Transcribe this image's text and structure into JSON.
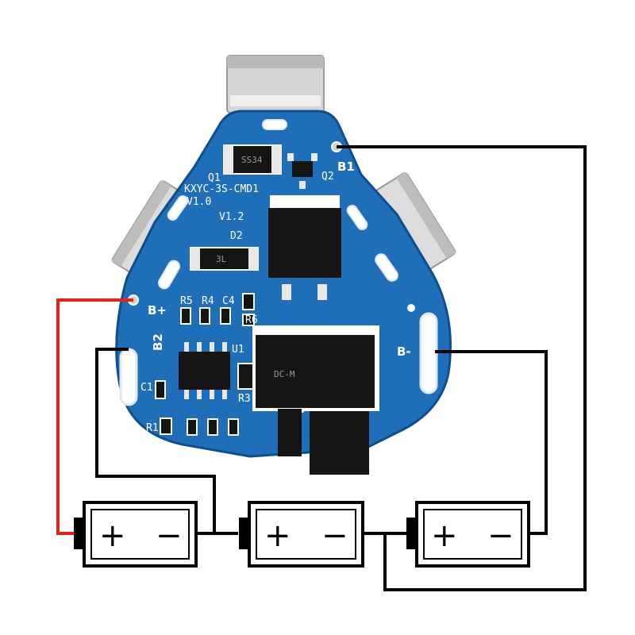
{
  "board": {
    "model_label": "KXYC-3S-CMD1",
    "version_label": "V1.0",
    "revision_label": "V1.2",
    "pad_labels": {
      "bplus": "B+",
      "b2": "B2",
      "b1": "B1",
      "bminus": "B-"
    },
    "component_labels": [
      "Q1",
      "Q2",
      "D2",
      "U1",
      "R5",
      "R4",
      "C4",
      "R6",
      "R3",
      "C1",
      "R1"
    ],
    "chip_markings": {
      "diode_q1": "SS34",
      "diode_d2": "3L",
      "big_mosfet": "DC-M"
    },
    "colors": {
      "pcb": "#1f6fb8",
      "pcb_edge": "#0f4e8c",
      "silkscreen": "#ffffff",
      "positive_wire": "#e8201a",
      "wire": "#000000",
      "tab_metal": "#d8d8d8"
    }
  },
  "batteries": [
    {
      "plus": "+",
      "minus": "−"
    },
    {
      "plus": "+",
      "minus": "−"
    },
    {
      "plus": "+",
      "minus": "−"
    }
  ]
}
